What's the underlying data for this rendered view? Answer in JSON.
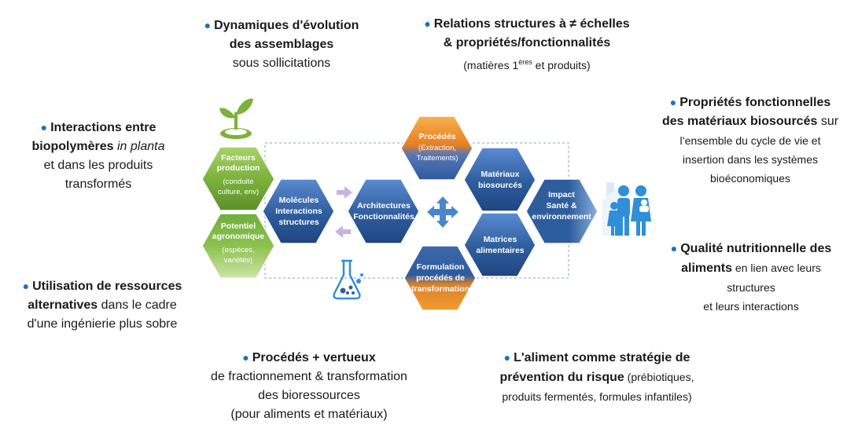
{
  "blocks": {
    "dynamiques": {
      "bold": "Dynamiques d'évolution des assemblages",
      "line1": "Dynamiques d'évolution",
      "line2": "des assemblages",
      "line3": "sous sollicitations"
    },
    "relations": {
      "line1": "Relations structures à ≠ échelles",
      "line2": "& propriétés/fonctionnalités",
      "line3a": "(matières 1",
      "line3sup": "ères",
      "line3b": " et produits)"
    },
    "interactions": {
      "line1": "Interactions entre",
      "line2a": "biopolymères ",
      "line2b": "in planta",
      "line3": "et dans les produits",
      "line4": "transformés"
    },
    "proprietes": {
      "line1": "Propriétés fonctionnelles",
      "line2a": "des matériaux biosourcés",
      "line2b": " sur",
      "line3": "l’ensemble du cycle de vie et",
      "line4": "insertion dans les systèmes",
      "line5": "bioéconomiques"
    },
    "qualite": {
      "line1": "Qualité nutritionnelle des",
      "line2a": "aliments",
      "line2b": " en lien avec leurs",
      "line3": "structures",
      "line4": "et leurs interactions"
    },
    "utilisation": {
      "line1": "Utilisation de ressources",
      "line2a": "alternatives",
      "line2b": " dans le cadre",
      "line3": "d'une ingénierie plus sobre"
    },
    "procedes": {
      "line1": "Procédés + vertueux",
      "line2": "de fractionnement & transformation",
      "line3": "des bioressources",
      "line4": "(pour aliments et matériaux)"
    },
    "aliment": {
      "line1": "L'aliment comme stratégie de",
      "line2a": "prévention du risque",
      "line2b": " (prébiotiques,",
      "line3": "produits fermentés, formules infantiles)"
    }
  },
  "hexagons": {
    "facteurs": {
      "title1": "Facteurs",
      "title2": "production",
      "sub1": "(conduite",
      "sub2": "culture, env)"
    },
    "potentiel": {
      "title1": "Potentiel",
      "title2": "agronomique",
      "sub1": "(espèces,",
      "sub2": "variétés)"
    },
    "molecules": {
      "l1": "Molécules",
      "l2": "Interactions",
      "l3": "structures"
    },
    "architectures": {
      "l1": "Architectures",
      "l2": "Fonctionnalités"
    },
    "procedes": {
      "title": "Procédés",
      "sub1": "(Extraction,",
      "sub2": "Traitements)"
    },
    "materiaux": {
      "l1": "Matériaux",
      "l2": "biosourcés"
    },
    "matrices": {
      "l1": "Matrices",
      "l2": "alimentaires"
    },
    "formulation": {
      "l1": "Formulation",
      "l2": "procédés de",
      "l3": "transformation"
    },
    "impact": {
      "l1": "Impact",
      "l2": "Santé &",
      "l3": "environnement"
    }
  },
  "colors": {
    "bullet": "#1f6fbf",
    "blue_hex": "#2f5e9e",
    "green_hex": "#7bb23a",
    "orange_hex": "#f39c2f",
    "accent_icon": "#2f8fd8"
  },
  "icons": {
    "plant": "sprout-icon",
    "flask": "flask-icon",
    "family": "family-icon",
    "cross": "cross-arrows-icon"
  }
}
